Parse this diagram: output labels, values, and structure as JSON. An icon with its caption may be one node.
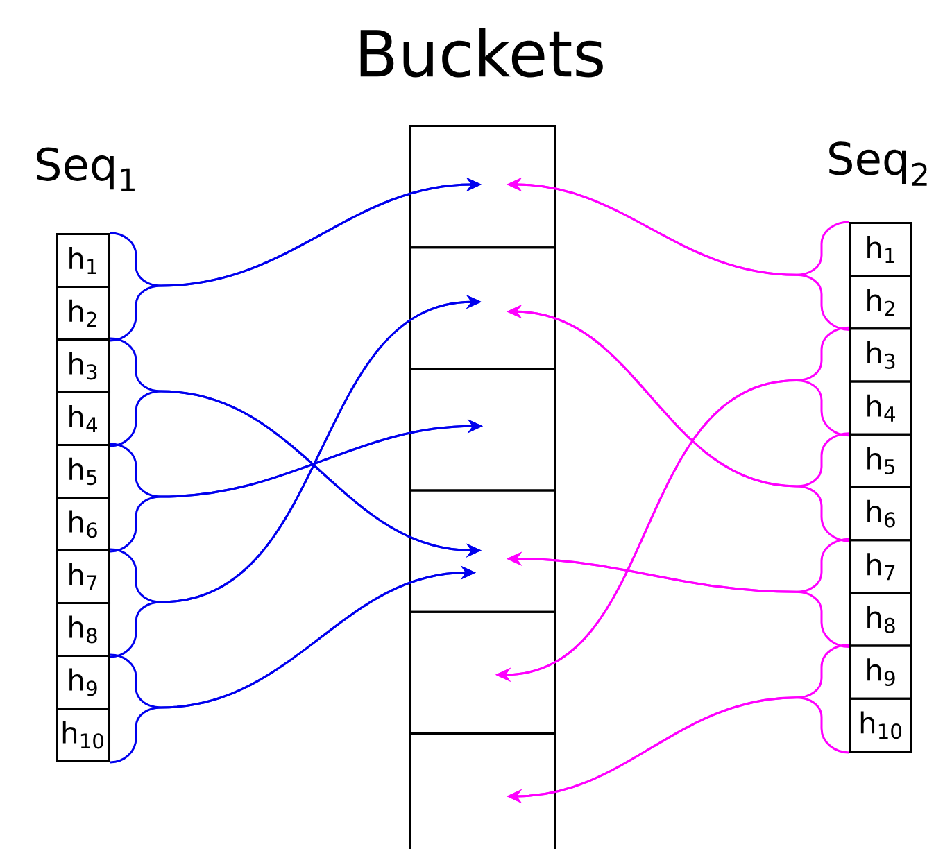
{
  "diagram": {
    "title": "Buckets",
    "nodes": [
      {
        "text": [
          "h$_{1}$"
        ]
      },
      {
        "text": [
          "h$_{2}$"
        ]
      },
      {
        "text": [
          "h$_{3}$"
        ]
      },
      {
        "text": [
          "h$_{4}$"
        ]
      },
      {
        "text": [
          "h$_{5}$"
        ]
      },
      {
        "text": [
          "h$_{6}$"
        ]
      },
      {
        "text": [
          "h$_{7}$"
        ]
      },
      {
        "text": [
          "h$_{8}$"
        ]
      },
      {
        "text": [
          "h$_{9}$"
        ]
      },
      {
        "text": [
          "h$_{10}$"
        ]
      },
      {
        "text": [
          "h$_{1}$"
        ]
      },
      {
        "text": [
          "h$_{2}$"
        ]
      },
      {
        "text": [
          "h$_{3}$"
        ]
      },
      {
        "text": [
          "h$_{4}$"
        ]
      },
      {
        "text": [
          "h$_{5}$"
        ]
      },
      {
        "text": [
          "h$_{6}$"
        ]
      },
      {
        "text": [
          "h$_{7}$"
        ]
      },
      {
        "text": [
          "h$_{8}$"
        ]
      },
      {
        "text": [
          "h$_{9}$"
        ]
      },
      {
        "text": [
          "h$_{10}$"
        ]
      },
      {
        "text": [],
        "shape": "box"
      },
      {
        "text": [],
        "shape": "box"
      },
      {
        "text": [],
        "shape": "box"
      },
      {
        "text": [],
        "shape": "box"
      },
      {
        "text": [],
        "shape": "box"
      },
      {
        "text": [],
        "shape": "box"
      }
    ],
    "edges": [
      {
        "from": 0,
        "to": 20,
        "arrow": "to",
        "color": "#0000ee"
      },
      {
        "from": 1,
        "to": 20,
        "arrow": "to",
        "color": "#0000ee"
      },
      {
        "from": 2,
        "to": 23,
        "arrow": "to",
        "color": "#0000ee"
      },
      {
        "from": 3,
        "to": 23,
        "arrow": "to",
        "color": "#0000ee"
      },
      {
        "from": 4,
        "to": 22,
        "arrow": "to",
        "color": "#0000ee"
      },
      {
        "from": 5,
        "to": 22,
        "arrow": "to",
        "color": "#0000ee"
      },
      {
        "from": 6,
        "to": 21,
        "arrow": "to",
        "color": "#0000ee"
      },
      {
        "from": 7,
        "to": 21,
        "arrow": "to",
        "color": "#0000ee"
      },
      {
        "from": 8,
        "to": 23,
        "arrow": "to",
        "color": "#0000ee"
      },
      {
        "from": 9,
        "to": 23,
        "arrow": "to",
        "color": "#0000ee"
      },
      {
        "from": 10,
        "to": 20,
        "arrow": "to",
        "color": "#ff00ff"
      },
      {
        "from": 11,
        "to": 20,
        "arrow": "to",
        "color": "#ff00ff"
      },
      {
        "from": 12,
        "to": 24,
        "arrow": "to",
        "color": "#ff00ff"
      },
      {
        "from": 13,
        "to": 24,
        "arrow": "to",
        "color": "#ff00ff"
      },
      {
        "from": 14,
        "to": 21,
        "arrow": "to",
        "color": "#ff00ff"
      },
      {
        "from": 15,
        "to": 21,
        "arrow": "to",
        "color": "#ff00ff"
      },
      {
        "from": 16,
        "to": 23,
        "arrow": "to",
        "color": "#ff00ff"
      },
      {
        "from": 17,
        "to": 23,
        "arrow": "to",
        "color": "#ff00ff"
      },
      {
        "from": 18,
        "to": 25,
        "arrow": "to",
        "color": "#ff00ff"
      },
      {
        "from": 19,
        "to": 25,
        "arrow": "to",
        "color": "#ff00ff"
      }
    ],
    "labels": [
      "Seq$_{1}$",
      "Seq$_{2}$"
    ]
  }
}
